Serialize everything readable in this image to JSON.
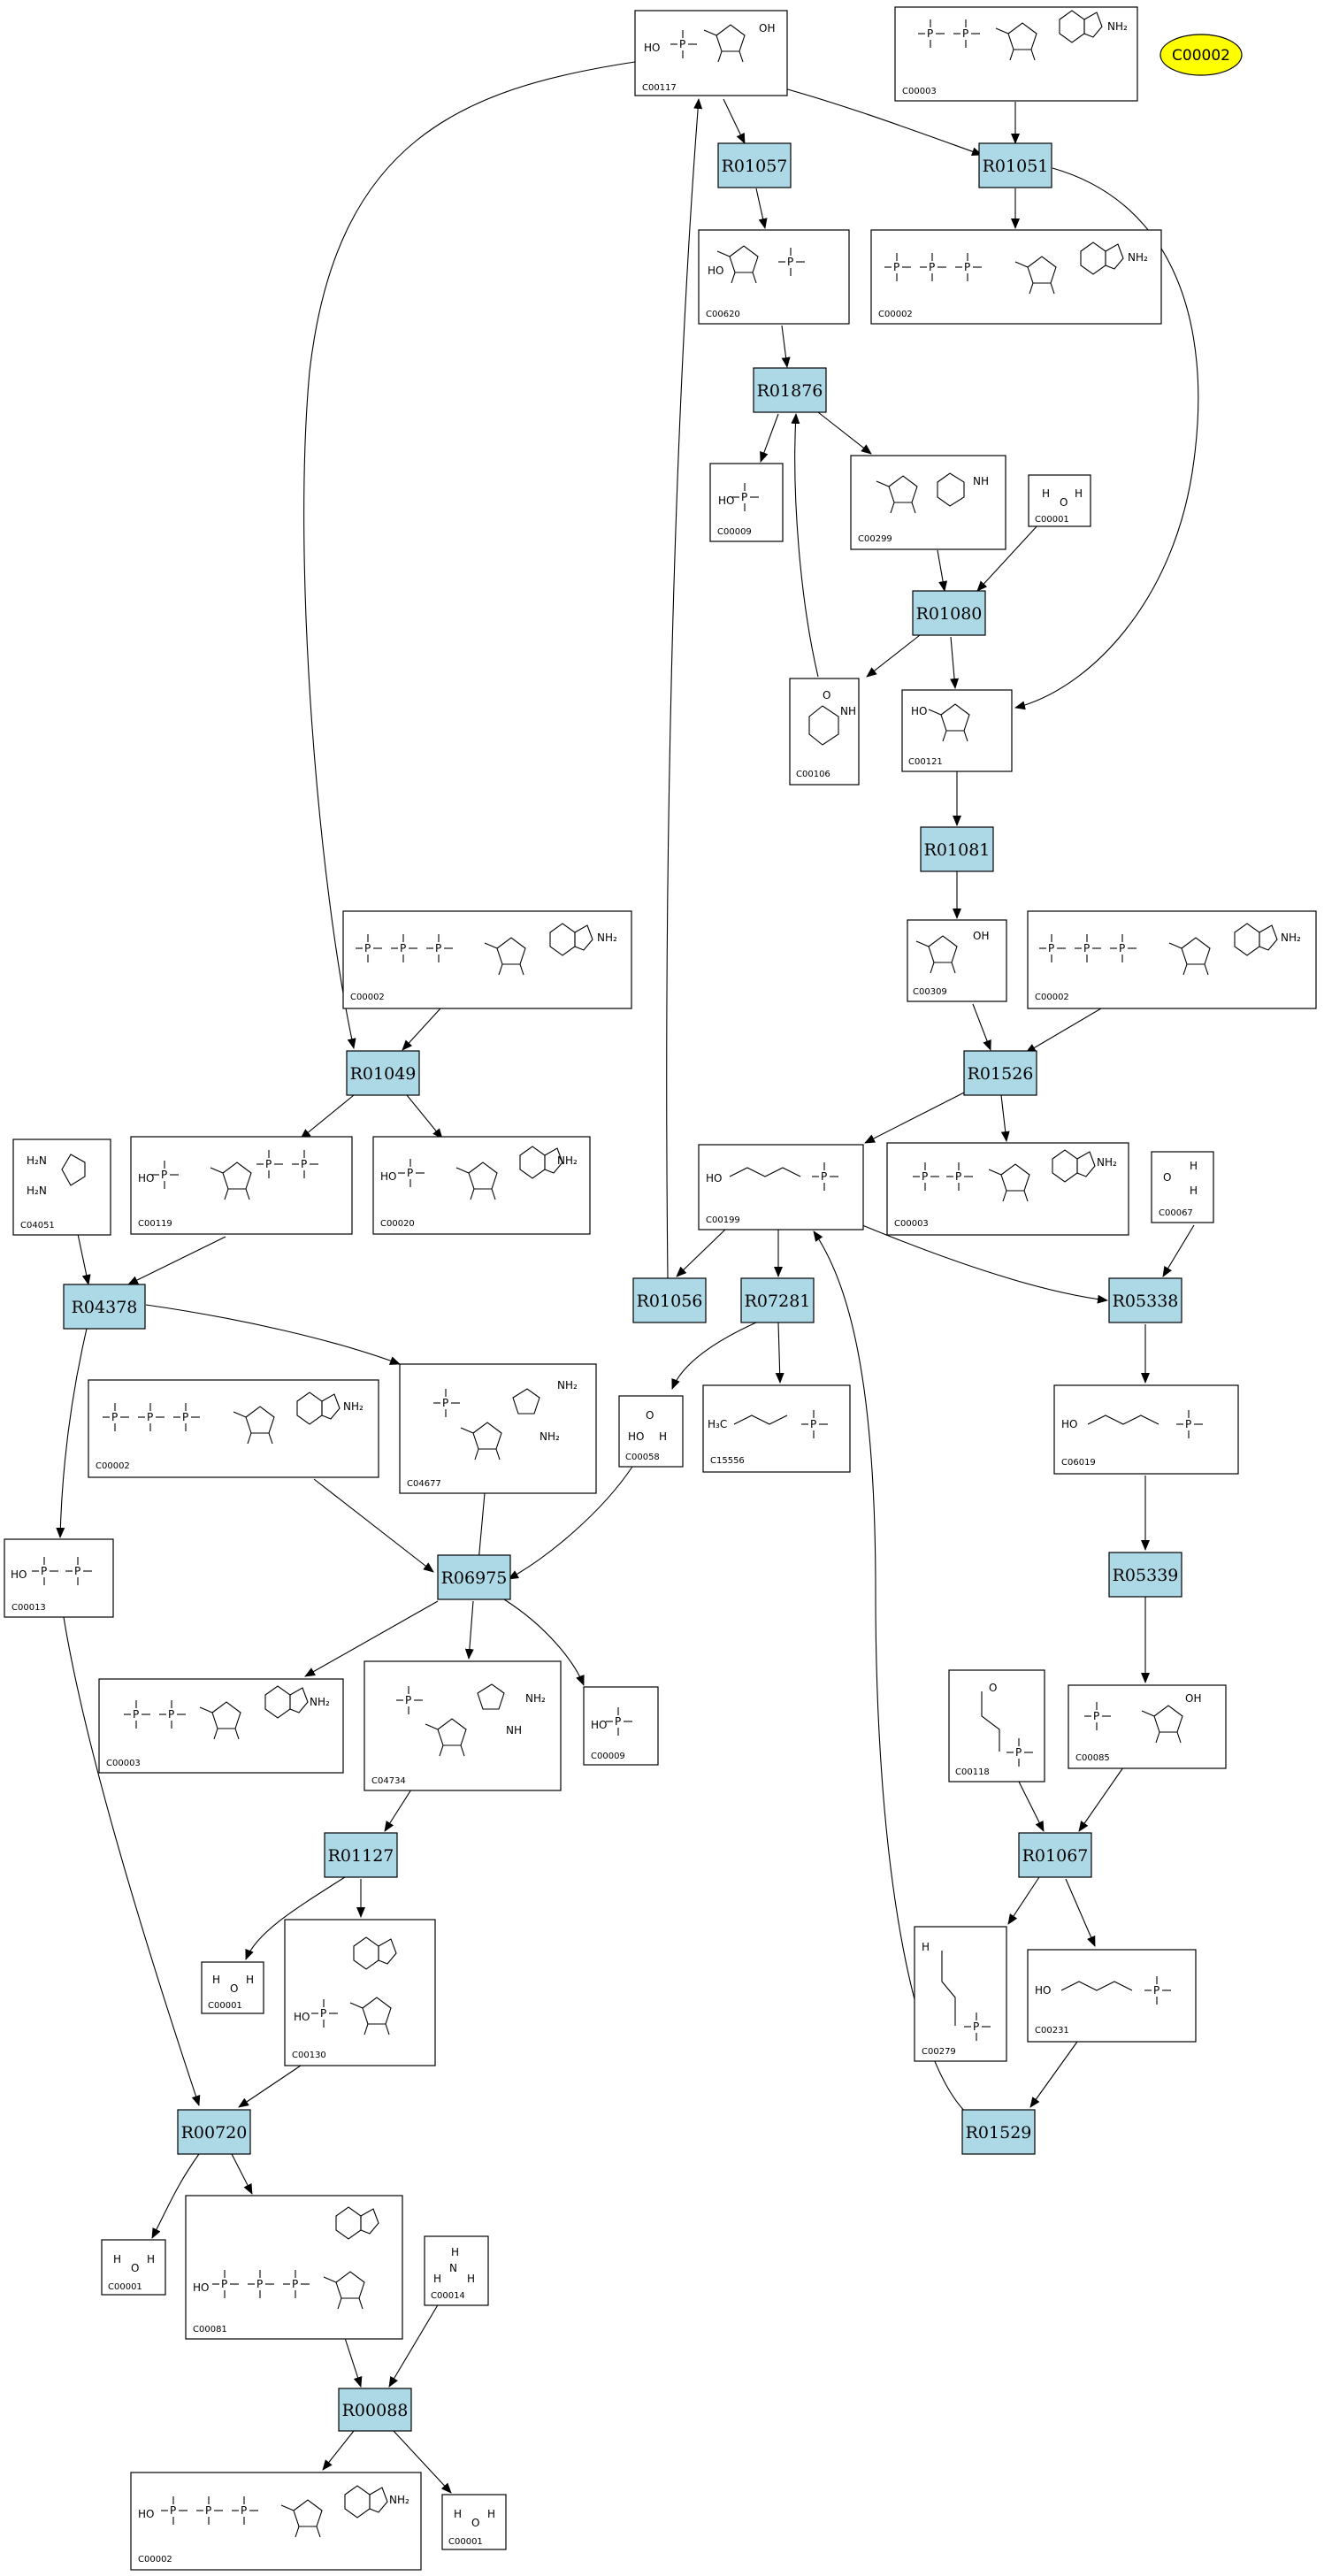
{
  "reactions": {
    "R01057": "R01057",
    "R01051": "R01051",
    "R01876": "R01876",
    "R01080": "R01080",
    "R01081": "R01081",
    "R01526": "R01526",
    "R01049": "R01049",
    "R04378": "R04378",
    "R01056": "R01056",
    "R07281": "R07281",
    "R05338": "R05338",
    "R06975": "R06975",
    "R05339": "R05339",
    "R01127": "R01127",
    "R01067": "R01067",
    "R00720": "R00720",
    "R01529": "R01529",
    "R00088": "R00088"
  },
  "compounds": {
    "c00117": "C00117",
    "c00003a": "C00003",
    "c00620": "C00620",
    "c00002a": "C00002",
    "c00009a": "C00009",
    "c00299": "C00299",
    "c00001a": "C00001",
    "c00106": "C00106",
    "c00121": "C00121",
    "c00309": "C00309",
    "c00002b": "C00002",
    "c00002c": "C00002",
    "c04051": "C04051",
    "c00119": "C00119",
    "c00020": "C00020",
    "c00199": "C00199",
    "c00003b": "C00003",
    "c00067": "C00067",
    "c00002d": "C00002",
    "c04677": "C04677",
    "c00058": "C00058",
    "c15556": "C15556",
    "c06019": "C06019",
    "c00013": "C00013",
    "c00003c": "C00003",
    "c04734": "C04734",
    "c00009b": "C00009",
    "c00118": "C00118",
    "c00085": "C00085",
    "c00001b": "C00001",
    "c00130": "C00130",
    "c00279": "C00279",
    "c00231": "C00231",
    "c00001c": "C00001",
    "c00081": "C00081",
    "c00014": "C00014",
    "c00002e": "C00002",
    "c00001d": "C00001"
  },
  "highlight": {
    "label": "C00002",
    "color": "#ffff00"
  },
  "colors": {
    "reaction_fill": "#add8e6",
    "highlight_fill": "#ffff00"
  }
}
